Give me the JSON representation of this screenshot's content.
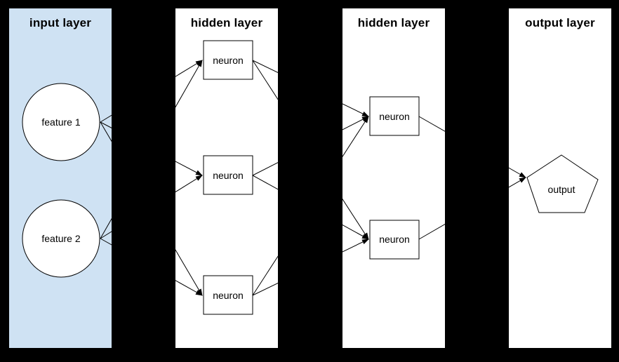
{
  "diagram": {
    "type": "neural-network-diagram",
    "background_color": "#000000",
    "stroke_color": "#000000",
    "node_fill_color": "#ffffff",
    "layers": [
      {
        "title": "input layer",
        "panel_color": "#cfe2f3",
        "nodes": [
          {
            "id": "f1",
            "label": "feature 1",
            "shape": "ellipse"
          },
          {
            "id": "f2",
            "label": "feature 2",
            "shape": "ellipse"
          }
        ]
      },
      {
        "title": "hidden layer",
        "panel_color": "#ffffff",
        "nodes": [
          {
            "id": "h1n1",
            "label": "neuron",
            "shape": "rectangle"
          },
          {
            "id": "h1n2",
            "label": "neuron",
            "shape": "rectangle"
          },
          {
            "id": "h1n3",
            "label": "neuron",
            "shape": "rectangle"
          }
        ]
      },
      {
        "title": "hidden layer",
        "panel_color": "#ffffff",
        "nodes": [
          {
            "id": "h2n1",
            "label": "neuron",
            "shape": "rectangle"
          },
          {
            "id": "h2n2",
            "label": "neuron",
            "shape": "rectangle"
          }
        ]
      },
      {
        "title": "output layer",
        "panel_color": "#ffffff",
        "nodes": [
          {
            "id": "out1",
            "label": "output",
            "shape": "pentagon"
          }
        ]
      }
    ],
    "connections": [
      {
        "from": "f1",
        "to": "h1n1"
      },
      {
        "from": "f1",
        "to": "h1n2"
      },
      {
        "from": "f1",
        "to": "h1n3"
      },
      {
        "from": "f2",
        "to": "h1n1"
      },
      {
        "from": "f2",
        "to": "h1n2"
      },
      {
        "from": "f2",
        "to": "h1n3"
      },
      {
        "from": "h1n1",
        "to": "h2n1"
      },
      {
        "from": "h1n1",
        "to": "h2n2"
      },
      {
        "from": "h1n2",
        "to": "h2n1"
      },
      {
        "from": "h1n2",
        "to": "h2n2"
      },
      {
        "from": "h1n3",
        "to": "h2n1"
      },
      {
        "from": "h1n3",
        "to": "h2n2"
      },
      {
        "from": "h2n1",
        "to": "out1"
      },
      {
        "from": "h2n2",
        "to": "out1"
      }
    ]
  }
}
